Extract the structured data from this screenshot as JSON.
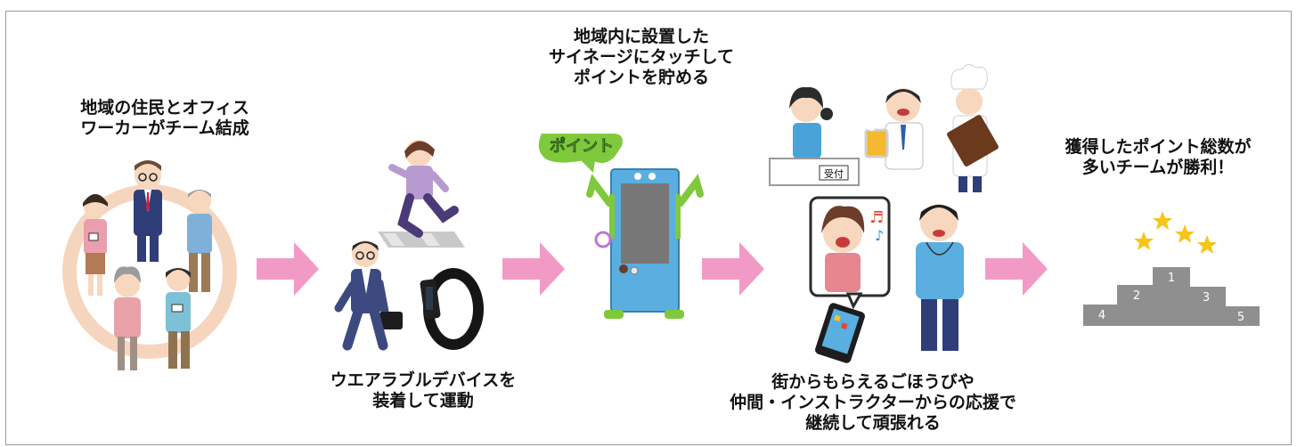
{
  "steps": [
    {
      "id": "team",
      "lines": [
        "地域の住民とオフィス",
        "ワーカーがチーム結成"
      ]
    },
    {
      "id": "wearable",
      "lines": [
        "ウエアラブルデバイスを",
        "装着して運動"
      ]
    },
    {
      "id": "signage",
      "lines": [
        "地域内に設置した",
        "サイネージにタッチして",
        "ポイントを貯める"
      ],
      "bubble_text": "ポイント"
    },
    {
      "id": "rewards",
      "lines": [
        "街からもらえるごほうびや",
        "仲間・インストラクターからの応援で",
        "継続して頑張れる"
      ],
      "desk_sign": "受付"
    },
    {
      "id": "win",
      "lines": [
        "獲得したポイント総数が",
        "多いチームが勝利！"
      ],
      "podium_ranks": [
        "1",
        "2",
        "3",
        "4",
        "5"
      ]
    }
  ],
  "colors": {
    "arrow": "#f29ac6",
    "ring": "#f6d5bf",
    "signage_body": "#5aaee0",
    "signage_screen": "#777777",
    "bubble": "#7fc93c",
    "podium": "#8f8f8f",
    "star": "#f5c518",
    "frame": "#9a9a9a"
  },
  "icons": [
    "team-ring-illustration",
    "runner-illustration",
    "businessman-illustration",
    "fitness-band-icon",
    "digital-signage-illustration",
    "receptionist-illustration",
    "beer-man-illustration",
    "chef-illustration",
    "smartphone-icon",
    "cheering-woman-illustration",
    "instructor-illustration",
    "podium-illustration",
    "star-icon",
    "arrow-right-icon"
  ]
}
